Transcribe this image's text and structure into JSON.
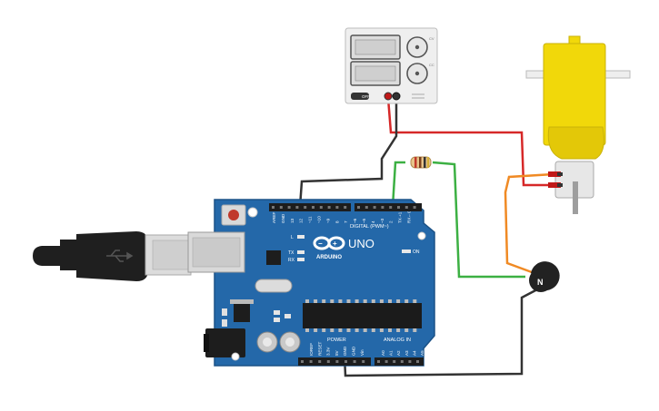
{
  "board": {
    "brand_text": "UNO",
    "logo_text": "ARDUINO",
    "digital_header": "DIGITAL (PWM~)",
    "power_header": "POWER",
    "analog_header": "ANALOG IN",
    "led_labels": [
      "L",
      "TX",
      "RX"
    ],
    "on_label": "ON",
    "top_pin_labels": [
      "AREF",
      "GND",
      "13",
      "12",
      "~11",
      "~10",
      "~9",
      "8",
      "7",
      "~6",
      "~5",
      "4",
      "~3",
      "2",
      "TX➝1",
      "RX←0"
    ],
    "power_pin_labels": [
      "IOREF",
      "RESET",
      "3.3V",
      "5V",
      "GND",
      "GND",
      "Vin"
    ],
    "analog_pin_labels": [
      "A0",
      "A1",
      "A2",
      "A3",
      "A4",
      "A5"
    ]
  },
  "power_supply": {
    "button_label": "OFF",
    "knob_labels": [
      "CV",
      "CC"
    ]
  },
  "transistor": {
    "label": "N"
  },
  "colors": {
    "board": "#2468a9",
    "board_edge": "#1b5287",
    "wire_red": "#d62828",
    "wire_black": "#333333",
    "wire_green": "#3cb043",
    "wire_orange": "#f08a24",
    "motor_yellow": "#f1d80a",
    "usb_black": "#1f1f1f"
  }
}
